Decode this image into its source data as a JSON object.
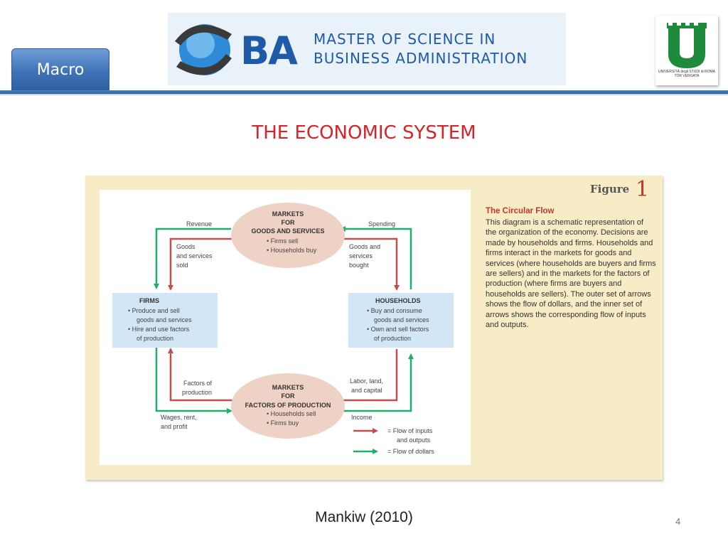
{
  "header": {
    "tab_label": "Macro",
    "banner": {
      "ba": "BA",
      "line1": "MASTER OF SCIENCE IN",
      "line2": "BUSINESS ADMINISTRATION"
    },
    "university_caption": "UNIVERSITÀ degli STUDI di ROMA TOR VERGATA",
    "colors": {
      "accent": "#2f5f9f",
      "title": "#d8232a"
    }
  },
  "slide": {
    "title": "THE ECONOMIC SYSTEM"
  },
  "figure": {
    "label": "Figure",
    "number": "1",
    "caption_title": "The Circular Flow",
    "caption_body": "This diagram is a schematic representation of the organization of the economy. Decisions are made by households and firms. Households and firms interact in the markets for goods and services (where households are buyers and firms are sellers) and in the markets for the factors of production (where firms are buyers and households are sellers). The outer set of arrows shows the flow of dollars, and the inner set of arrows shows the corresponding flow of inputs and outputs."
  },
  "diagram": {
    "goods_market": {
      "title1": "MARKETS",
      "title2": "FOR",
      "title3": "GOODS AND SERVICES",
      "bullet1": "• Firms sell",
      "bullet2": "• Households buy"
    },
    "factor_market": {
      "title1": "MARKETS",
      "title2": "FOR",
      "title3": "FACTORS OF PRODUCTION",
      "bullet1": "• Households sell",
      "bullet2": "• Firms buy"
    },
    "firms": {
      "title": "FIRMS",
      "l1": "• Produce and sell",
      "l2": "goods and services",
      "l3": "• Hire and use factors",
      "l4": "of production"
    },
    "households": {
      "title": "HOUSEHOLDS",
      "l1": "• Buy and consume",
      "l2": "goods and services",
      "l3": "• Own and sell factors",
      "l4": "of production"
    },
    "labels": {
      "revenue": "Revenue",
      "spending": "Spending",
      "goods_sold_1": "Goods",
      "goods_sold_2": "and services",
      "goods_sold_3": "sold",
      "goods_bought_1": "Goods and",
      "goods_bought_2": "services",
      "goods_bought_3": "bought",
      "factors_1": "Factors of",
      "factors_2": "production",
      "labor_1": "Labor, land,",
      "labor_2": "and capital",
      "wages_1": "Wages, rent,",
      "wages_2": "and profit",
      "income": "Income"
    },
    "legend": {
      "inputs_1": "= Flow of inputs",
      "inputs_2": "and outputs",
      "dollars": "= Flow of dollars"
    },
    "colors": {
      "inputs": "#c0504d",
      "dollars": "#1fae6b",
      "market": "#efd2c6",
      "agent": "#d3e6f5"
    }
  },
  "footer": {
    "citation": "Mankiw (2010)",
    "page": "4"
  }
}
